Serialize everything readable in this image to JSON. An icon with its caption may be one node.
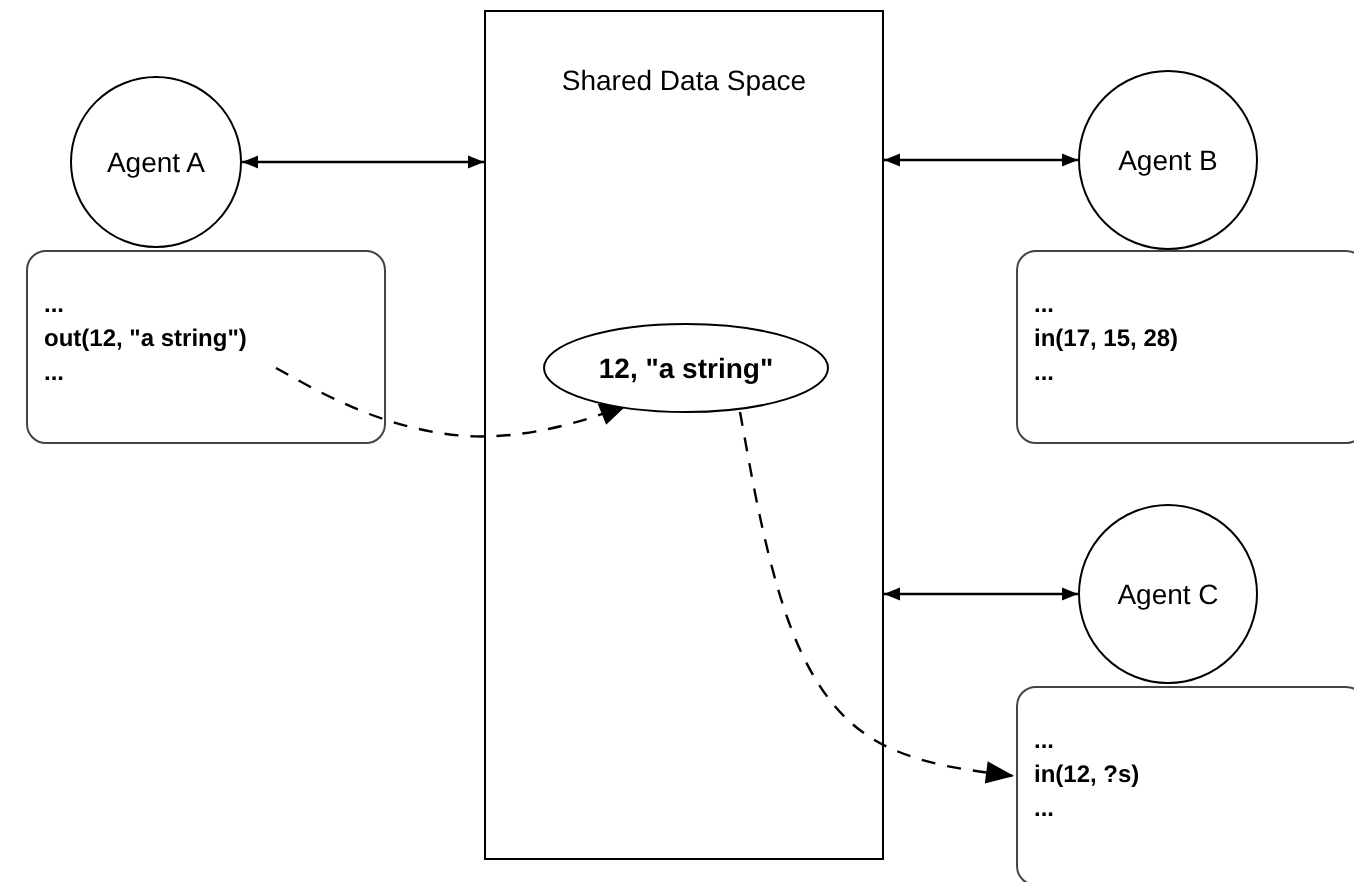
{
  "diagram": {
    "nodes": [
      {
        "text": [
          "Shared Data Space"
        ]
      },
      {
        "text": [
          "Agent A"
        ]
      },
      {
        "text": [
          "...",
          "out(12, \"a string\")",
          "..."
        ]
      },
      {
        "text": [
          "12, \"a string\""
        ],
        "in": 0
      },
      {
        "text": [
          "Agent B"
        ]
      },
      {
        "text": [
          "...",
          "in(17, 15, 28)",
          "..."
        ]
      },
      {
        "text": [
          "Agent C"
        ]
      },
      {
        "text": [
          "...",
          "in(12, ?s)",
          "..."
        ]
      }
    ],
    "edges": [
      {
        "from": 1,
        "to": 0,
        "arrow": "both"
      },
      {
        "from": 0,
        "to": 4,
        "arrow": "both"
      },
      {
        "from": 0,
        "to": 6,
        "arrow": "both"
      },
      {
        "from": 2,
        "to": 3,
        "arrow": "to",
        "style": "dashed"
      },
      {
        "from": 3,
        "to": 7,
        "arrow": "to",
        "style": "dashed"
      }
    ]
  }
}
